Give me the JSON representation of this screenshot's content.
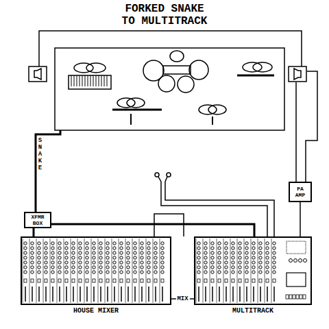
{
  "diagram": {
    "title": "FORKED SNAKE TO MULTITRACK",
    "nodes": [
      {
        "text": [
          "PA AMP"
        ]
      },
      {
        "text": [
          "XFMR BOX"
        ]
      },
      {
        "text": [
          "HOUSE MIXER"
        ]
      },
      {
        "text": [
          "MULTITRACK"
        ]
      }
    ],
    "edges": [
      {
        "from": 1,
        "to": 2,
        "arrow": "none"
      },
      {
        "from": 1,
        "to": 3,
        "arrow": "none"
      },
      {
        "from": 2,
        "to": 3,
        "label": "MIX",
        "arrow": "none"
      },
      {
        "from": 3,
        "to": 0,
        "arrow": "none"
      }
    ],
    "labels": [
      "SNAKE"
    ]
  }
}
